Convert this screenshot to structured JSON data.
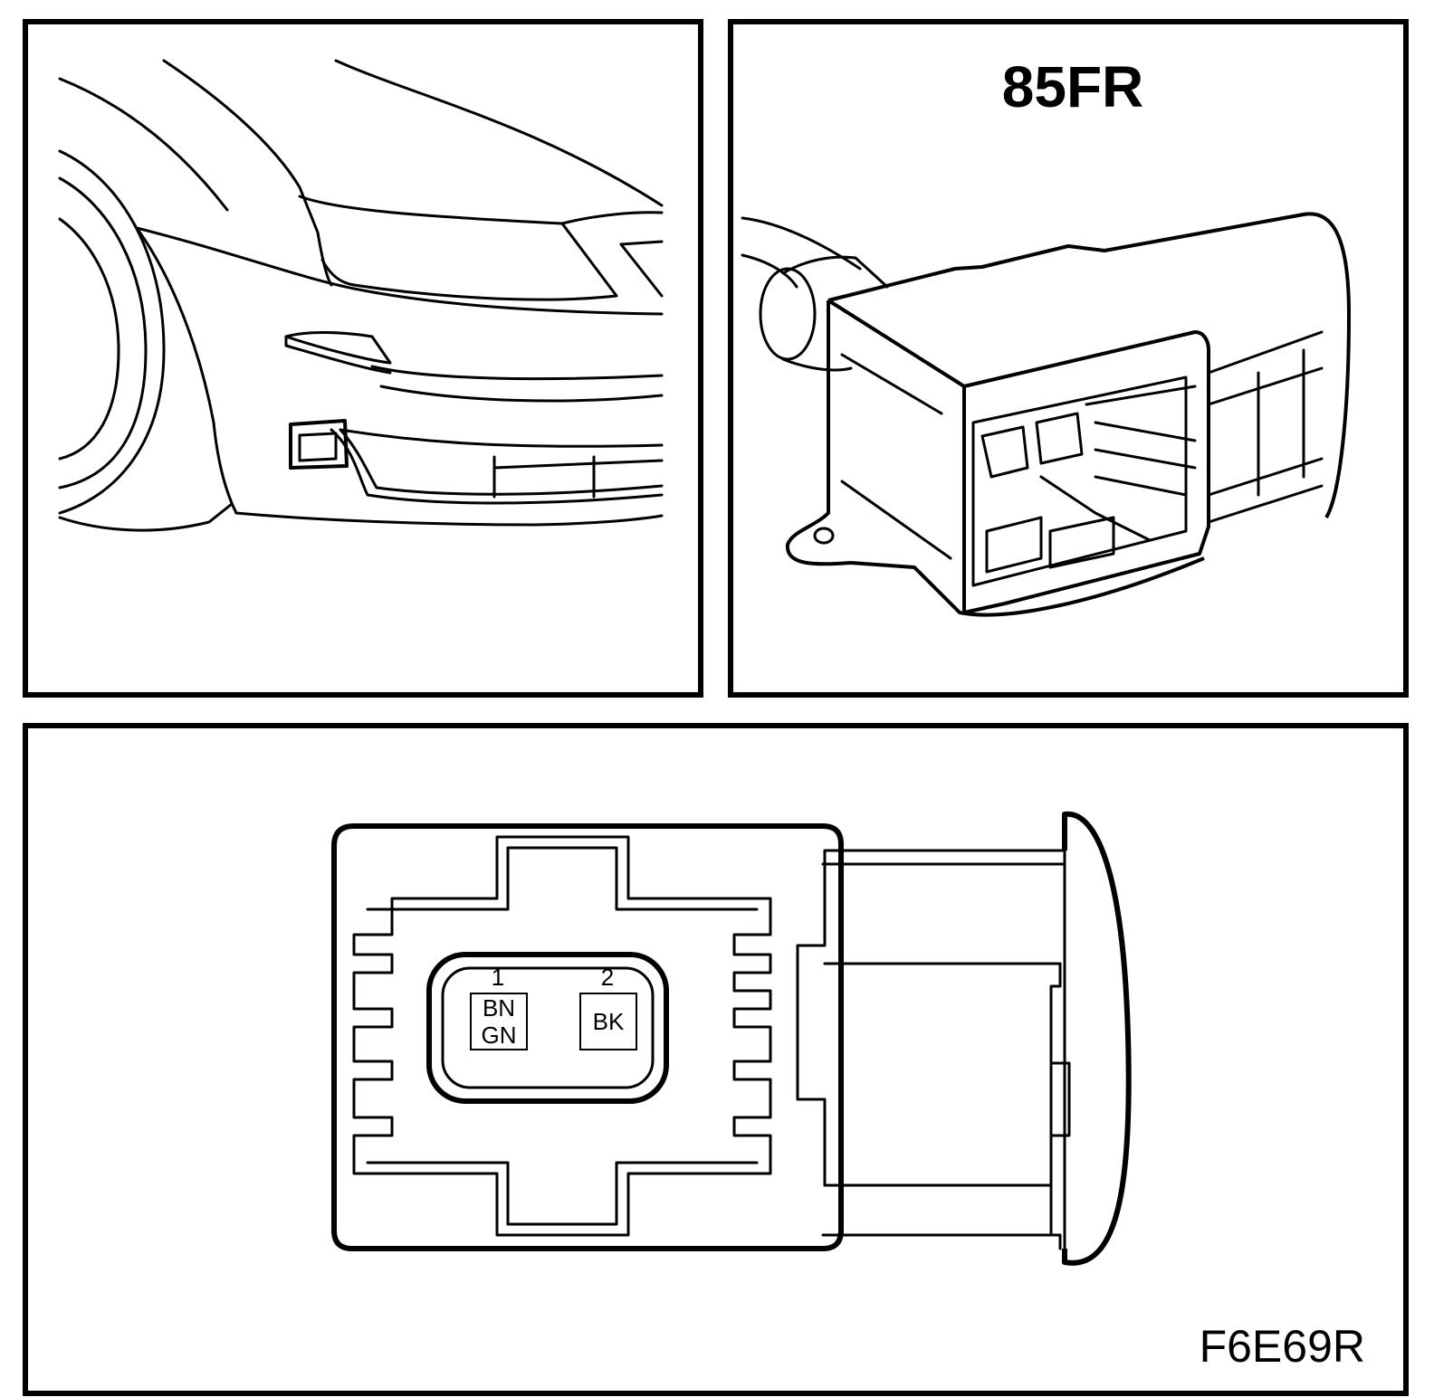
{
  "connector_title": "85FR",
  "figure_id": "F6E69R",
  "pins": [
    {
      "number": "1",
      "wire_line1": "BN",
      "wire_line2": "GN"
    },
    {
      "number": "2",
      "wire_line1": "BK",
      "wire_line2": ""
    }
  ]
}
